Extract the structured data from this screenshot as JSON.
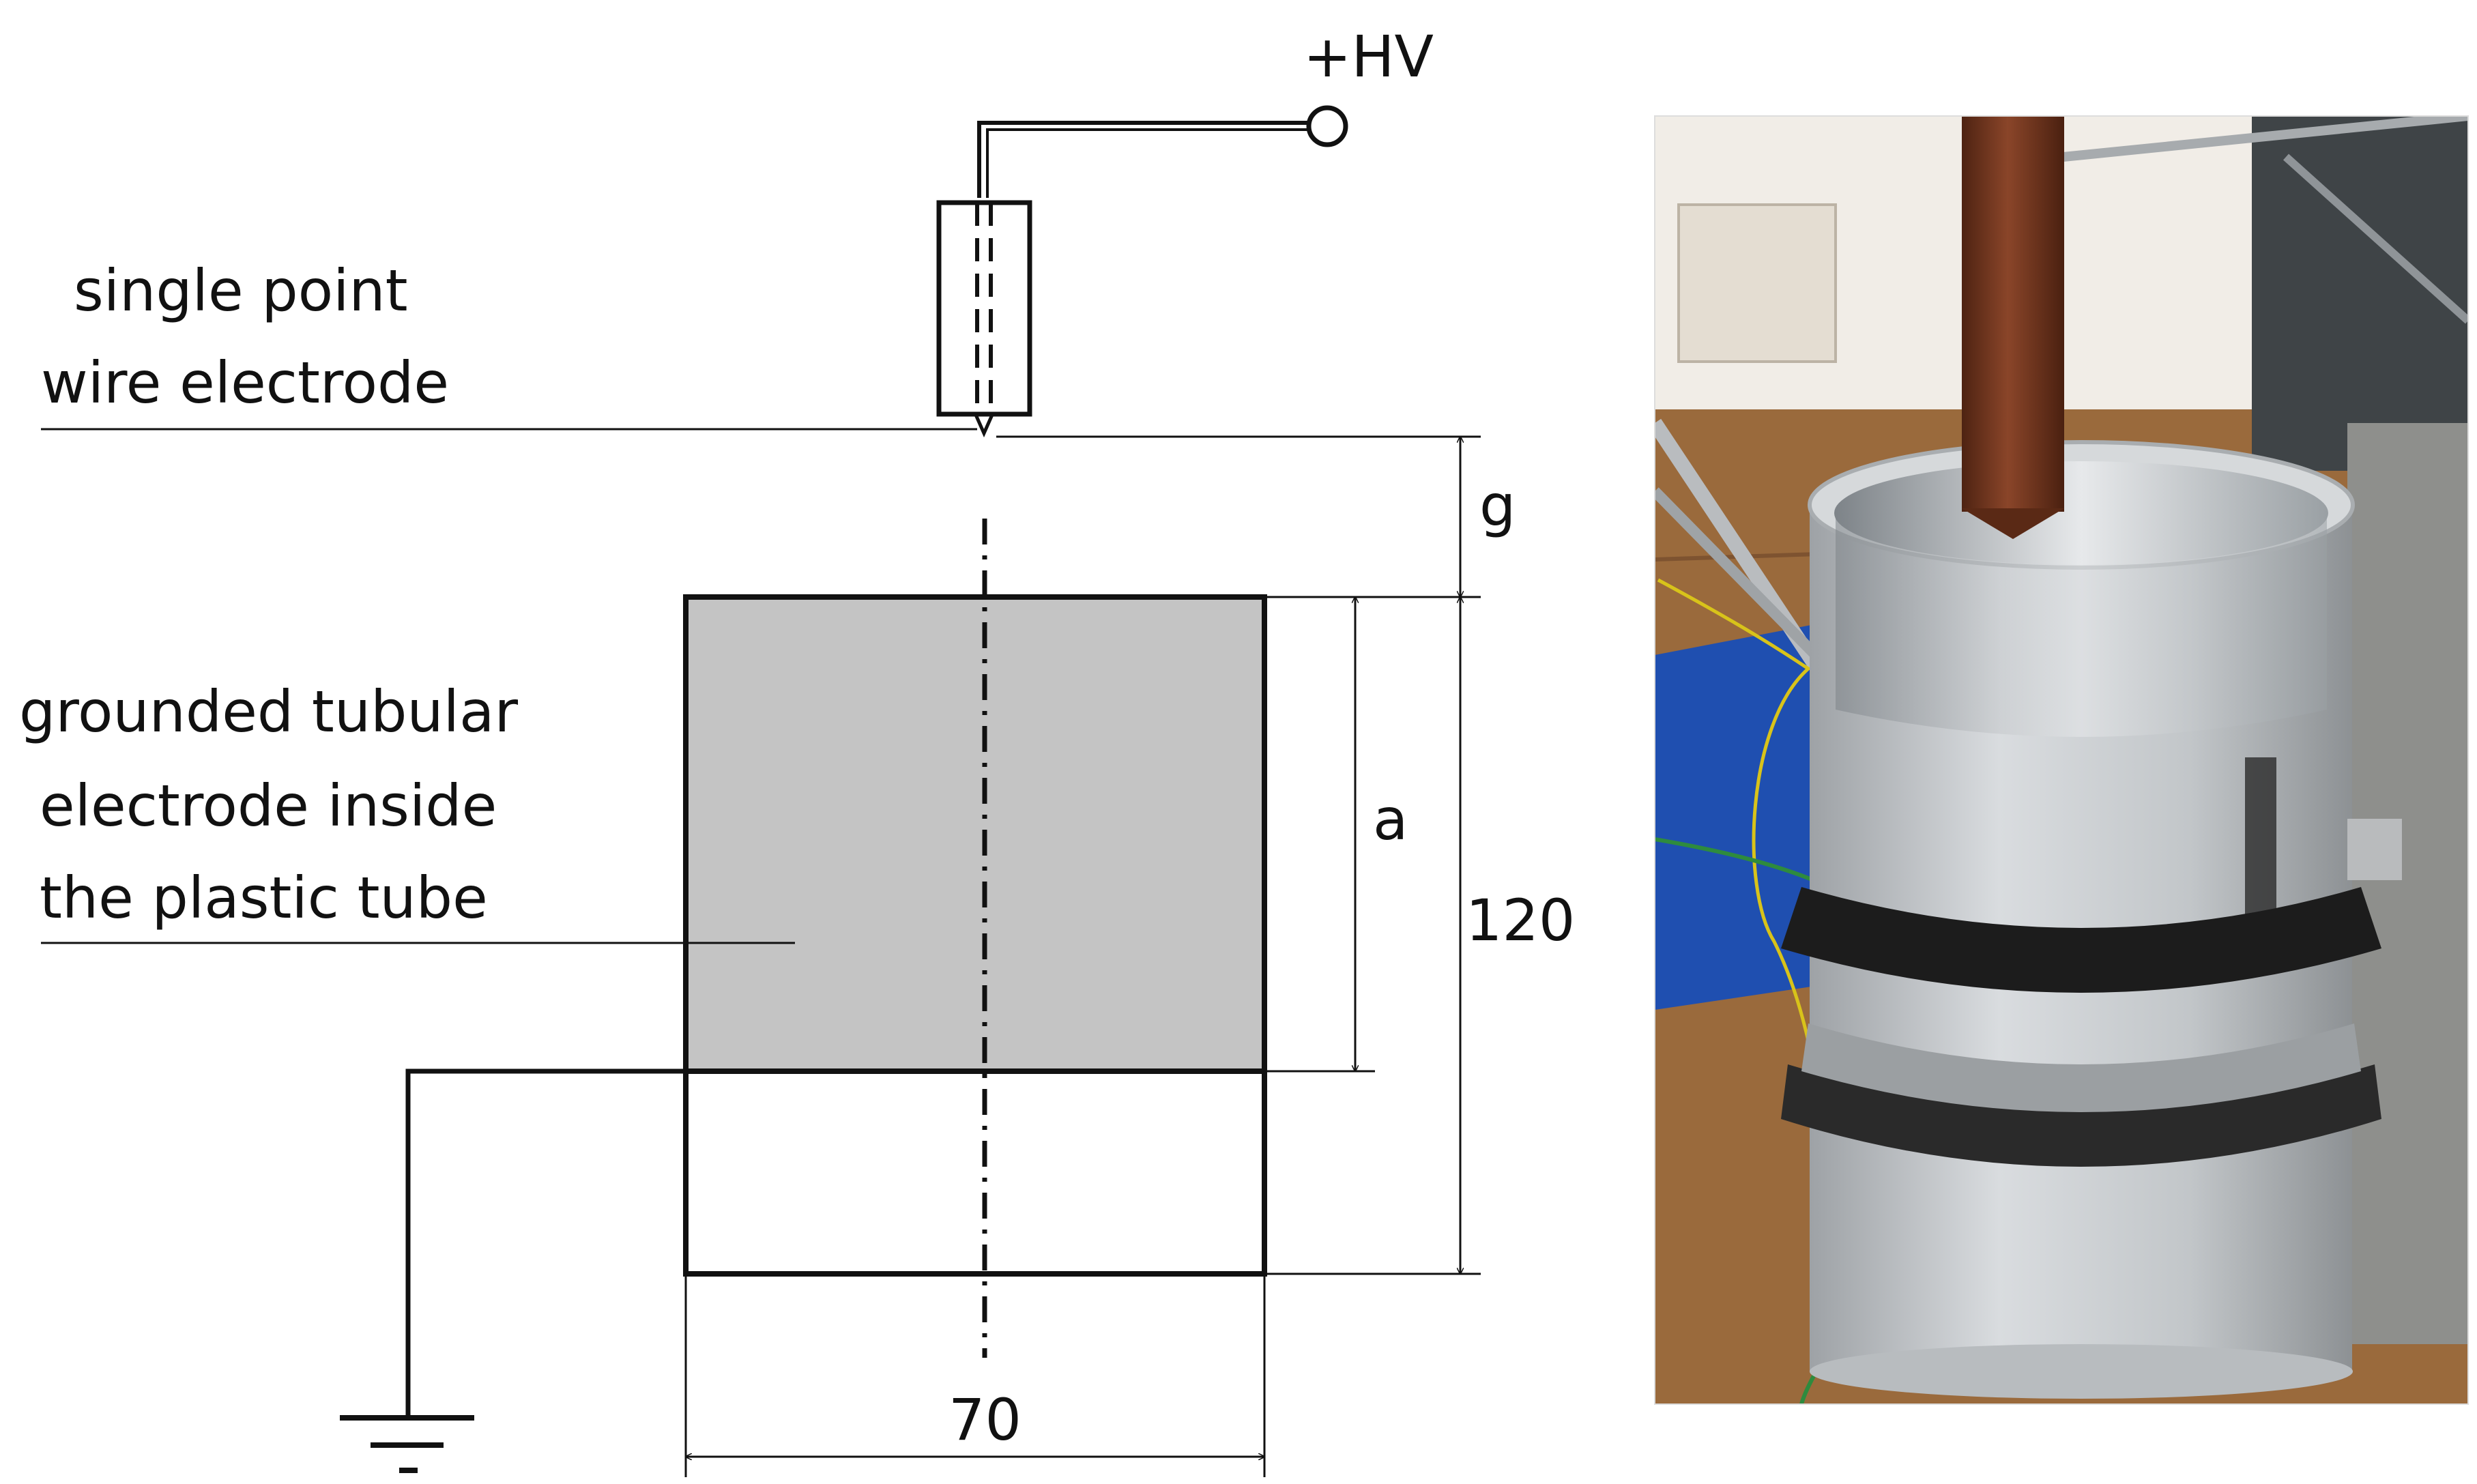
{
  "labels": {
    "hv": "+HV",
    "wire_electrode": [
      "single point",
      "wire electrode"
    ],
    "tubular_electrode": [
      "grounded tubular",
      "electrode inside",
      "the plastic tube"
    ],
    "gap": "g",
    "electrode_height": "a",
    "tube_height": "120",
    "tube_diameter": "70"
  },
  "photo": {
    "content": "photograph of the test setup: brown rod electrode above grey plastic tube clamped in a black ring holder, yellow and green ground wires, blue base"
  },
  "colors": {
    "line": "#111111",
    "electrode_fill": "#c4c4c4",
    "tube_plastic": "#c9ccce",
    "rod": "#7a3a22",
    "ring": "#1c1c1c",
    "wire_yellow": "#d8c31a",
    "wire_green": "#2e8b3e",
    "base_blue": "#1f4fb0"
  }
}
